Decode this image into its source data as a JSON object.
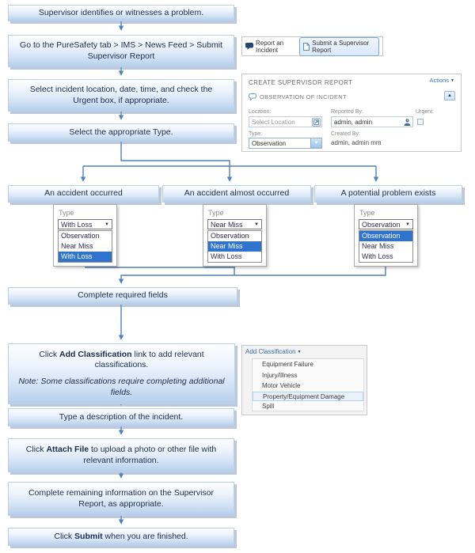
{
  "colors": {
    "accent_blue": "#4f81bd",
    "selection_blue": "#2e74cf",
    "link_blue": "#3b73b5",
    "box_fill_bottom": "#b5cfec"
  },
  "flow": {
    "step1": "Supervisor identifies or witnesses a problem.",
    "step2": "Go to the PureSafety tab > IMS > News Feed > Submit Supervisor Report",
    "step3": "Select incident location, date, time, and check the Urgent box, if appropriate.",
    "step4": "Select the appropriate Type.",
    "branch1": "An accident occurred",
    "branch2": "An accident almost occurred",
    "branch3": "A potential problem exists",
    "step5": "Complete required fields",
    "step6_pre": "Click ",
    "step6_bold": "Add Classification",
    "step6_post": " link to add relevant classifications.",
    "step6_note": "Note: Some classifications require completing additional fields.",
    "step7": "Type a description of the incident.",
    "step8_pre": "Click ",
    "step8_bold": "Attach File",
    "step8_post": " to upload a photo or other file with relevant information.",
    "step9": "Complete remaining information on the Supervisor Report, as appropriate.",
    "step10_pre": "Click ",
    "step10_bold": "Submit",
    "step10_post": " when you are finished."
  },
  "incident_widget": {
    "report_label": "Report an Incident",
    "submit_label": "Submit a Supervisor Report"
  },
  "report_form": {
    "title": "CREATE SUPERVISOR REPORT",
    "actions_label": "Actions",
    "section_title": "OBSERVATION OF INCIDENT",
    "location_label": "Location:",
    "location_placeholder": "Select Location",
    "reported_by_label": "Reported By:",
    "reported_by_value": "admin, admin",
    "urgent_label": "Urgent:",
    "type_label": "Type:",
    "type_value": "Observation",
    "created_by_label": "Created By:",
    "created_by_value": "admin, admin mm"
  },
  "type_panels": [
    {
      "label": "Type",
      "selected": "With Loss",
      "options": [
        "Observation",
        "Near Miss",
        "With Loss"
      ],
      "highlighted": "With Loss"
    },
    {
      "label": "Type",
      "selected": "Near Miss",
      "options": [
        "Observation",
        "Near Miss",
        "With Loss"
      ],
      "highlighted": "Near Miss"
    },
    {
      "label": "Type",
      "selected": "Observation",
      "options": [
        "Observation",
        "Near Miss",
        "With Loss"
      ],
      "highlighted": "Observation"
    }
  ],
  "classification_menu": {
    "link_label": "Add Classification",
    "items": [
      "Equipment Failure",
      "Injury/Illness",
      "Motor Vehicle",
      "Property/Equipment Damage",
      "Spill"
    ],
    "highlighted": "Property/Equipment Damage"
  }
}
